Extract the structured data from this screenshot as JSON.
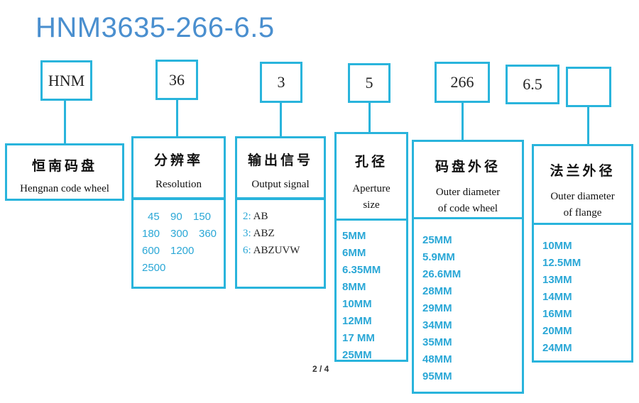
{
  "title": "HNM3635-266-6.5",
  "codes": [
    "HNM",
    "36",
    "3",
    "5",
    "266",
    "6.5",
    ""
  ],
  "fields": {
    "brand": {
      "zh": "恒南码盘",
      "en": "Hengnan code wheel"
    },
    "resolution": {
      "zh": "分辨率",
      "en": "Resolution",
      "values": [
        "45",
        "90",
        "150",
        "180",
        "300",
        "360",
        "600",
        "1200",
        "2500"
      ]
    },
    "signal": {
      "zh": "输出信号",
      "en": "Output signal",
      "items": [
        {
          "prefix": "2:",
          "value": "AB"
        },
        {
          "prefix": "3:",
          "value": "ABZ"
        },
        {
          "prefix": "6:",
          "value": "ABZUVW"
        }
      ]
    },
    "aperture": {
      "zh": "孔径",
      "en1": "Aperture",
      "en2": "size",
      "values": [
        "5MM",
        "6MM",
        "6.35MM",
        "8MM",
        "10MM",
        "12MM",
        "17 MM",
        "25MM"
      ]
    },
    "wheel_diameter": {
      "zh": "码盘外径",
      "en1": "Outer diameter",
      "en2": "of code wheel",
      "values": [
        "25MM",
        "5.9MM",
        "26.6MM",
        "28MM",
        "29MM",
        "34MM",
        "35MM",
        "48MM",
        "95MM"
      ]
    },
    "flange_diameter": {
      "zh": "法兰外径",
      "en1": "Outer diameter",
      "en2": "of flange",
      "values": [
        "10MM",
        "12.5MM",
        "13MM",
        "14MM",
        "16MM",
        "20MM",
        "24MM"
      ]
    }
  },
  "page_indicator": "2 / 4",
  "colors": {
    "accent": "#29b4dc",
    "title": "#4a8fcf",
    "value": "#2aa7d6"
  }
}
